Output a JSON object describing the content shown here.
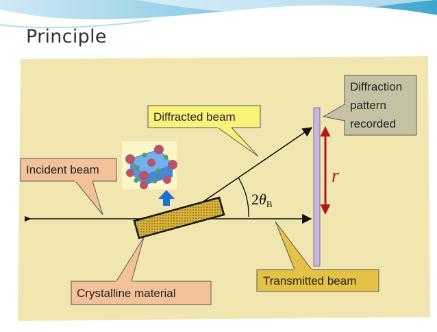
{
  "slide": {
    "title": "Principle"
  },
  "diagram": {
    "labels": {
      "incident": "Incident beam",
      "diffracted": "Diffracted beam",
      "diffraction_line1": "Diffraction",
      "diffraction_line2": "pattern",
      "diffraction_line3": "recorded",
      "transmitted": "Transmitted beam",
      "crystalline": "Crystalline material",
      "r": "r",
      "angle_num": "2",
      "angle_theta": "θ",
      "angle_sub": "B"
    },
    "colors": {
      "background": "#f2e6b0",
      "callout_orange": "#f4c29a",
      "callout_yellow": "#fbf27a",
      "callout_gray": "#c7c1a3",
      "callout_gold": "#e3c246",
      "crystal_fill": "#d8b23a",
      "screen": "#c9b6de",
      "r_arrow": "#b0171f",
      "atom_red": "#b5546a",
      "atom_green": "#5a9e5a",
      "lattice_blue": "#5f9fe0",
      "up_arrow": "#1b6fd0"
    }
  }
}
